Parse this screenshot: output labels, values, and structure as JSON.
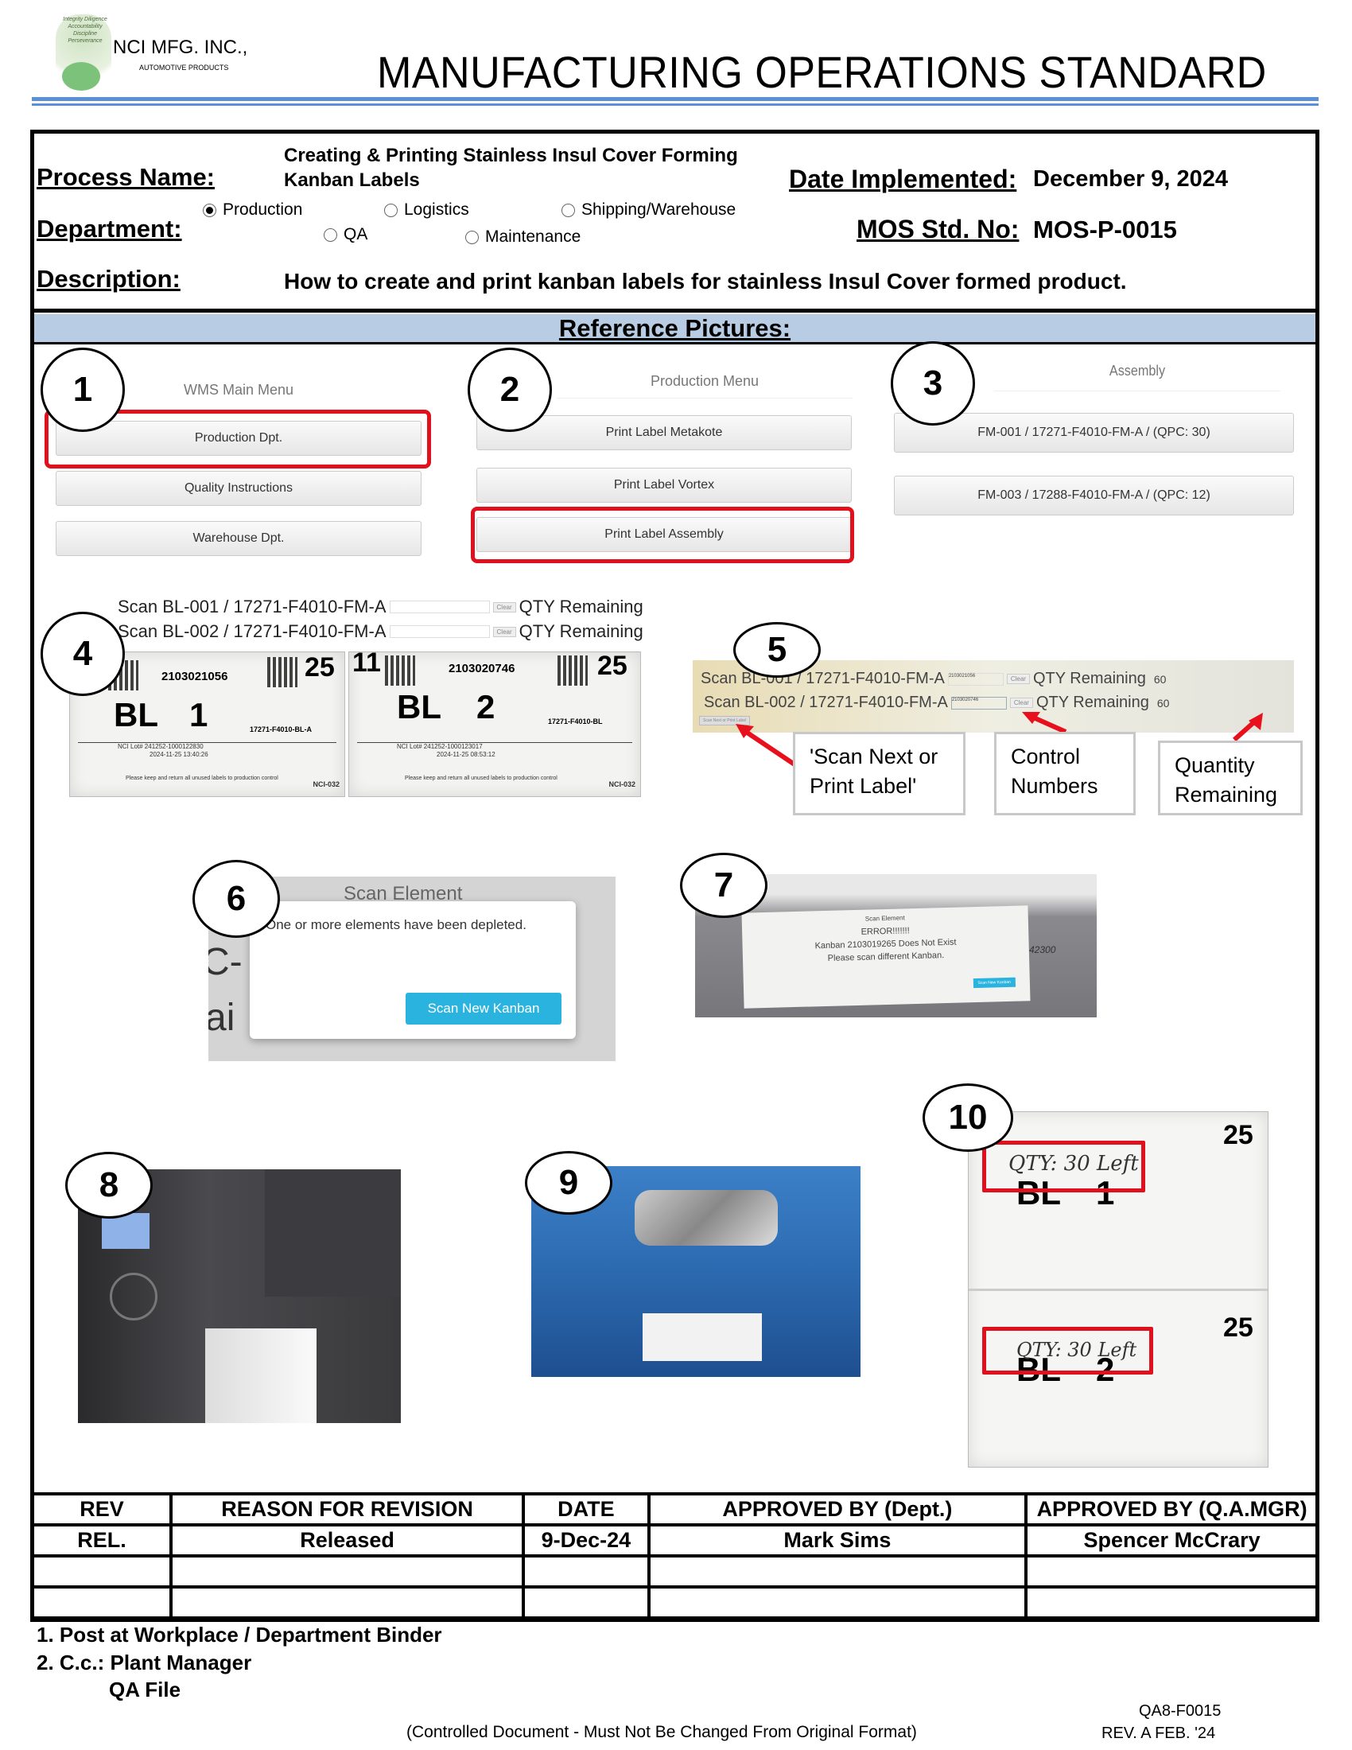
{
  "header": {
    "logo_company": "NCI MFG. INC.,",
    "logo_subtitle": "AUTOMOTIVE PRODUCTS",
    "logo_words": "Integrity Diligence Accountability Discipline Perseverance",
    "title": "MANUFACTURING OPERATIONS STANDARD",
    "accent_color": "#5b8fd6"
  },
  "info": {
    "process_name_label": "Process Name:",
    "process_name_line1": "Creating & Printing Stainless Insul Cover Forming",
    "process_name_line2": "Kanban Labels",
    "date_label": "Date Implemented:",
    "date_value": "December 9, 2024",
    "department_label": "Department:",
    "departments": [
      {
        "label": "Production",
        "selected": true
      },
      {
        "label": "Logistics",
        "selected": false
      },
      {
        "label": "Shipping/Warehouse",
        "selected": false
      },
      {
        "label": "QA",
        "selected": false
      },
      {
        "label": "Maintenance",
        "selected": false
      }
    ],
    "mos_label": "MOS Std. No:",
    "mos_value": "MOS-P-0015",
    "description_label": "Description:",
    "description_value": "How to create and print kanban labels for stainless Insul Cover formed product."
  },
  "reference": {
    "title": "Reference Pictures:",
    "step_numbers": [
      "1",
      "2",
      "3",
      "4",
      "5",
      "6",
      "7",
      "8",
      "9",
      "10"
    ],
    "step1": {
      "menu_title": "WMS Main Menu",
      "buttons": [
        "Production Dpt.",
        "Quality Instructions",
        "Warehouse Dpt."
      ]
    },
    "step2": {
      "menu_title": "Production Menu",
      "buttons": [
        "Print Label Metakote",
        "Print Label Vortex",
        "Print Label Assembly"
      ]
    },
    "step3": {
      "menu_title": "Assembly",
      "buttons": [
        "FM-001 / 17271-F4010-FM-A / (QPC: 30)",
        "FM-003 / 17288-F4010-FM-A / (QPC: 12)"
      ]
    },
    "step4": {
      "scan_lines": [
        "Scan BL-001 / 17271-F4010-FM-A",
        "Scan BL-002 / 17271-F4010-FM-A"
      ],
      "clear_label": "Clear",
      "qty_label": "QTY Remaining",
      "labels": [
        {
          "control": "2103021056",
          "code": "BL",
          "num": "1",
          "qty": "25",
          "part": "17271-F4010-BL-A",
          "lot": "NCI Lot# 241252-1000122830",
          "timestamp": "2024-11-25 13:40:26",
          "footer": "Please keep and return all unused labels to production control",
          "doc": "NCI-032",
          "prefix": ""
        },
        {
          "control": "2103020746",
          "code": "BL",
          "num": "2",
          "qty": "25",
          "part": "17271-F4010-BL",
          "lot": "NCI Lot# 241252-1000123017",
          "timestamp": "2024-11-25 08:53:12",
          "footer": "Please keep and return all unused labels to production control",
          "doc": "NCI-032",
          "prefix": "11"
        }
      ]
    },
    "step5": {
      "rows": [
        {
          "label": "Scan BL-001 / 17271-F4010-FM-A",
          "control": "2103021056",
          "clear": "Clear",
          "qty_label": "QTY Remaining",
          "qty": "60"
        },
        {
          "label": "Scan BL-002 / 17271-F4010-FM-A",
          "control": "2103020746",
          "clear": "Clear",
          "qty_label": "QTY Remaining",
          "qty": "60"
        }
      ],
      "scan_next_button": "Scan Next or Print Label",
      "callouts": [
        "'Scan Next or Print Label'",
        "Control Numbers",
        "Quantity Remaining"
      ]
    },
    "step6": {
      "bg_title": "Scan Element",
      "message": "One or more elements have been depleted.",
      "button": "Scan New Kanban",
      "button_color": "#2bb3e0"
    },
    "step7": {
      "dialog_title": "Scan Element",
      "error_title": "ERROR!!!!!!!",
      "error_line1": "Kanban 2103019265 Does Not Exist",
      "error_line2": "Please scan different Kanban.",
      "button": "Scan New Kanban",
      "bg_right": "42300"
    },
    "step10": {
      "handwritten": [
        "QTY: 30 Left",
        "QTY: 30 Left"
      ]
    }
  },
  "revision_table": {
    "headers": [
      "REV",
      "REASON FOR REVISION",
      "DATE",
      "APPROVED BY (Dept.)",
      "APPROVED BY (Q.A.MGR)"
    ],
    "rows": [
      [
        "REL.",
        "Released",
        "9-Dec-24",
        "Mark Sims",
        "Spencer McCrary"
      ],
      [
        "",
        "",
        "",
        "",
        ""
      ],
      [
        "",
        "",
        "",
        "",
        ""
      ]
    ]
  },
  "footer": {
    "note1": "1. Post at Workplace / Department Binder",
    "note2": "2. C.c.: Plant Manager",
    "note3": "QA File",
    "controlled": "(Controlled Document - Must Not Be Changed From Original Format)",
    "form_no": "QA8-F0015",
    "rev": "REV. A FEB. '24"
  }
}
